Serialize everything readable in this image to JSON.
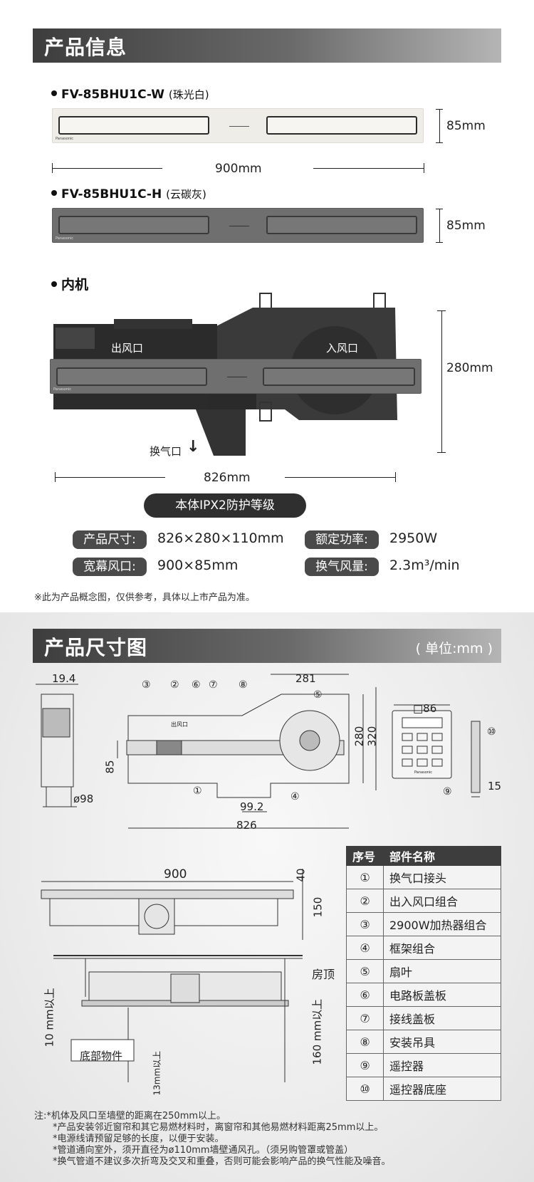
{
  "section1": {
    "title": "产品信息"
  },
  "models": [
    {
      "code": "FV-85BHU1C-W",
      "color_name": "(珠光白)",
      "height": "85mm",
      "width": "900mm",
      "brand": "Panasonic"
    },
    {
      "code": "FV-85BHU1C-H",
      "color_name": "(云碳灰)",
      "height": "85mm",
      "brand": "Panasonic"
    }
  ],
  "indoor": {
    "label": "内机",
    "outlet": "出风口",
    "inlet": "入风口",
    "exchange": "换气口",
    "height": "280mm",
    "width": "826mm",
    "brand": "Panasonic"
  },
  "protection_badge": "本体IPX2防护等级",
  "specs": [
    {
      "key": "产品尺寸:",
      "value": "826×280×110mm"
    },
    {
      "key": "额定功率:",
      "value": "2950W"
    },
    {
      "key": "宽幕风口:",
      "value": "900×85mm"
    },
    {
      "key": "换气风量:",
      "value": "2.3m³/min"
    }
  ],
  "disclaimer": "※此为产品概念图，仅供参考，具体以上市产品为准。",
  "section2": {
    "title": "产品尺寸图",
    "unit": "( 单位:mm )"
  },
  "drawing": {
    "side_top": "19.4",
    "side_bottom": "ø98",
    "front_85": "85",
    "front_281": "281",
    "front_280": "280",
    "front_320": "320",
    "front_992": "99.2",
    "front_826": "826",
    "front_label": "出风口",
    "remote_86": "□86",
    "remote_15": "15",
    "remote_brand": "Panasonic",
    "bottom_900": "900",
    "bottom_40": "40",
    "bottom_150": "150",
    "ceiling": "房顶",
    "clear_10": "10 mm以上",
    "clear_160": "160 mm以上",
    "clear_13": "13mm以上",
    "bottom_obj": "底部物件",
    "callouts": [
      "①",
      "②",
      "③",
      "④",
      "⑤",
      "⑥",
      "⑦",
      "⑧",
      "⑨",
      "⑩"
    ]
  },
  "parts_table": {
    "headers": [
      "序号",
      "部件名称"
    ],
    "rows": [
      {
        "no": "①",
        "name": "换气口接头"
      },
      {
        "no": "②",
        "name": "出入风口组合"
      },
      {
        "no": "③",
        "name": "2900W加热器组合"
      },
      {
        "no": "④",
        "name": "框架组合"
      },
      {
        "no": "⑤",
        "name": "扇叶"
      },
      {
        "no": "⑥",
        "name": "电路板盖板"
      },
      {
        "no": "⑦",
        "name": "接线盖板"
      },
      {
        "no": "⑧",
        "name": "安装吊具"
      },
      {
        "no": "⑨",
        "name": "遥控器"
      },
      {
        "no": "⑩",
        "name": "遥控器底座"
      }
    ]
  },
  "notes": [
    "注:*机体及风口至墙壁的距离在250mm以上。",
    "*产品安装邻近窗帘和其它易燃材料时，离窗帘和其他易燃材料距离25mm以上。",
    "*电源线请预留足够的长度，以便于安装。",
    "*管道通向室外，须开直径为ø110mm墙壁通风孔。（须另购管罩或管盖）",
    "*换气管道不建议多次折弯及交叉和重叠，否则可能会影响产品的换气性能及噪音。"
  ]
}
